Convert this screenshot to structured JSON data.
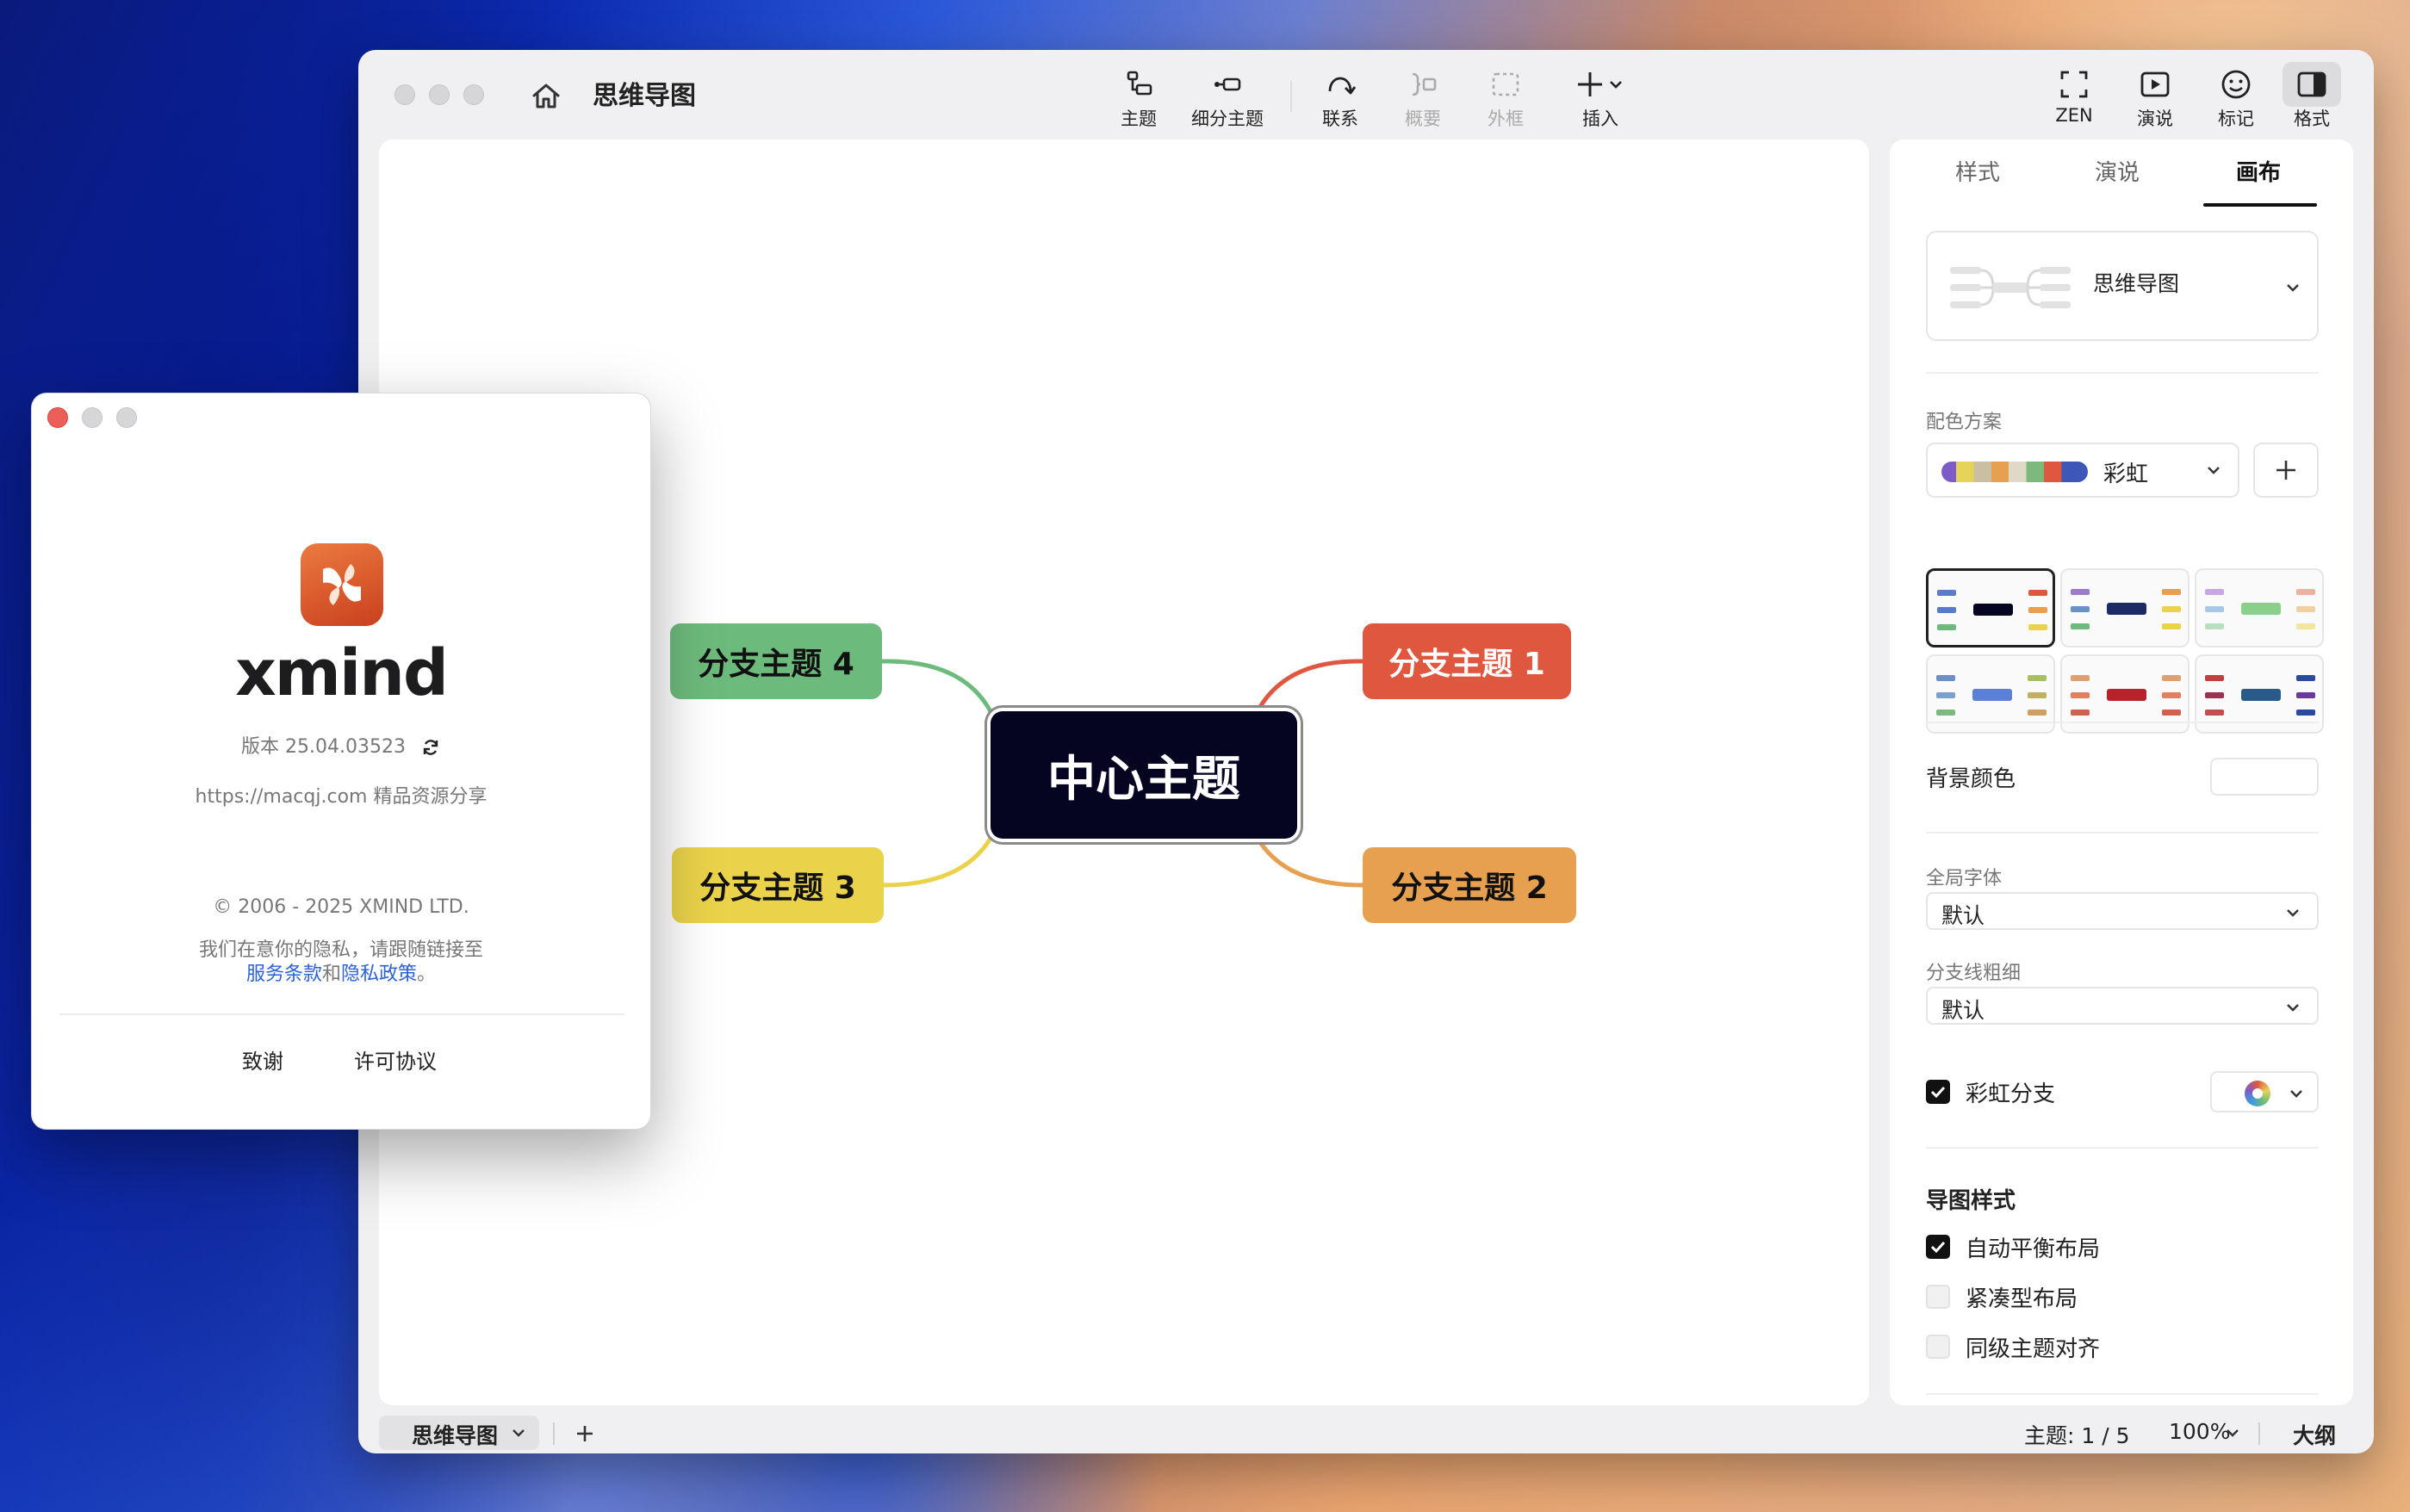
{
  "app": {
    "title": "思维导图"
  },
  "toolbar": {
    "items": [
      {
        "label": "主题",
        "icon": "topic-icon"
      },
      {
        "label": "细分主题",
        "icon": "subtopic-icon"
      },
      {
        "label": "联系",
        "icon": "relationship-icon"
      },
      {
        "label": "概要",
        "icon": "summary-icon"
      },
      {
        "label": "外框",
        "icon": "boundary-icon"
      },
      {
        "label": "插入",
        "icon": "insert-icon"
      },
      {
        "label": "ZEN",
        "icon": "zen-icon"
      },
      {
        "label": "演说",
        "icon": "pitch-icon"
      },
      {
        "label": "标记",
        "icon": "marker-icon"
      },
      {
        "label": "格式",
        "icon": "format-panel-icon"
      }
    ]
  },
  "canvas": {
    "central": "中心主题",
    "branches": [
      "分支主题 1",
      "分支主题 2",
      "分支主题 3",
      "分支主题 4"
    ]
  },
  "panel": {
    "tabs": [
      "样式",
      "演说",
      "画布"
    ],
    "active_tab": "画布",
    "structure": "思维导图",
    "color_scheme_label": "配色方案",
    "color_scheme": "彩虹",
    "background_label": "背景颜色",
    "font_label": "全局字体",
    "font_value": "默认",
    "line_width_label": "分支线粗细",
    "line_width_value": "默认",
    "rainbow_branch": "彩虹分支",
    "map_style_title": "导图样式",
    "options": [
      {
        "label": "自动平衡布局",
        "checked": true
      },
      {
        "label": "紧凑型布局",
        "checked": false
      },
      {
        "label": "同级主题对齐",
        "checked": false
      }
    ]
  },
  "statusbar": {
    "sheet": "思维导图",
    "topic_count": "主题: 1 / 5",
    "zoom": "100%",
    "outline": "大纲"
  },
  "about": {
    "wordmark": "xmind",
    "version": "版本 25.04.03523",
    "site": "https://macqj.com 精品资源分享",
    "copyright": "© 2006 - 2025 XMIND LTD.",
    "privacy_line1": "我们在意你的隐私，请跟随链接至",
    "terms": "服务条款",
    "and": "和",
    "policy": "隐私政策",
    "period": "。",
    "btn_thanks": "致谢",
    "btn_license": "许可协议"
  },
  "colors": {
    "central": "#050522",
    "branch1": "#e0573f",
    "branch2": "#e6a050",
    "branch3": "#ead24a",
    "branch4": "#6dbb7c",
    "link": "#2b62d9"
  }
}
